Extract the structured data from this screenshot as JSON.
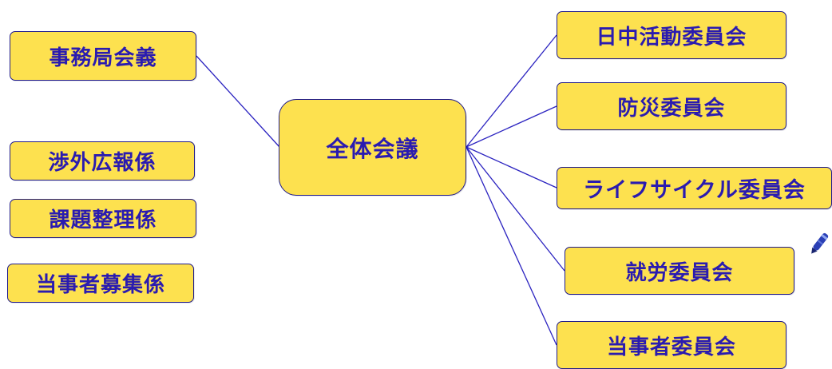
{
  "diagram": {
    "center": {
      "label": "全体会議"
    },
    "left_nodes": [
      {
        "label": "事務局会義"
      },
      {
        "label": "渉外広報係"
      },
      {
        "label": "課題整理係"
      },
      {
        "label": "当事者募集係"
      }
    ],
    "right_nodes": [
      {
        "label": "日中活動委員会"
      },
      {
        "label": "防災委員会"
      },
      {
        "label": "ライフサイクル委員会"
      },
      {
        "label": "就労委員会"
      },
      {
        "label": "当事者委員会"
      }
    ]
  },
  "colors": {
    "node_fill": "#fde14f",
    "node_border": "#1f1a8a",
    "text": "#2a1bb0",
    "connector": "#2b23c0"
  },
  "icons": [
    "pen-icon"
  ]
}
